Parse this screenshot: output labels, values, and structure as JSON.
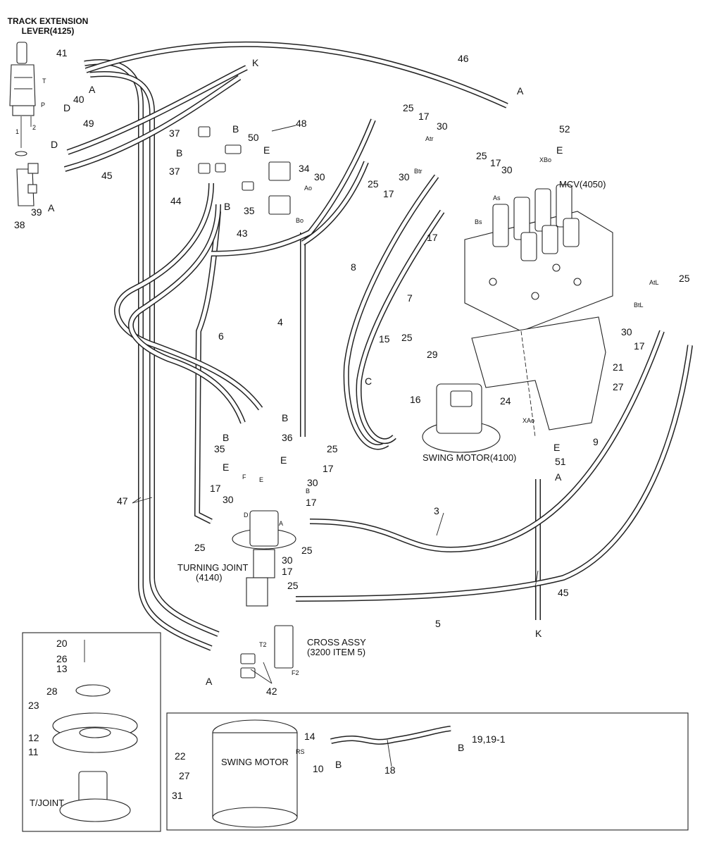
{
  "title": "TRACK EXTENSION LEVER(4125)",
  "title_lines": [
    "TRACK EXTENSION",
    "LEVER(4125)"
  ],
  "assemblies": {
    "mcv": "MCV(4050)",
    "swing_motor": "SWING MOTOR(4100)",
    "turning_joint_lines": [
      "TURNING JOINT",
      "(4140)"
    ],
    "cross_assy_lines": [
      "CROSS ASSY",
      "(3200 ITEM 5)"
    ],
    "swing_motor_inset": "SWING MOTOR",
    "tjoint_inset": "T/JOINT"
  },
  "port_labels": [
    "T",
    "P",
    "1",
    "2",
    "Atr",
    "Btr",
    "As",
    "Bs",
    "Ao",
    "Bo",
    "AtL",
    "BtL",
    "XBo",
    "XAo",
    "F",
    "E",
    "D",
    "A",
    "B",
    "T2",
    "F2",
    "RS"
  ],
  "part_labels": [
    "41",
    "40",
    "49",
    "45",
    "46",
    "K",
    "A",
    "B",
    "D",
    "E",
    "37",
    "50",
    "48",
    "34",
    "35",
    "30",
    "44",
    "43",
    "25",
    "17",
    "52",
    "MCV",
    "38",
    "39",
    "8",
    "7",
    "4",
    "6",
    "21",
    "27",
    "24",
    "9",
    "51",
    "15",
    "16",
    "29",
    "C",
    "36",
    "3",
    "5",
    "47",
    "20",
    "26",
    "13",
    "28",
    "23",
    "12",
    "11",
    "42",
    "14",
    "10",
    "18",
    "19,19-1",
    "22",
    "31"
  ]
}
